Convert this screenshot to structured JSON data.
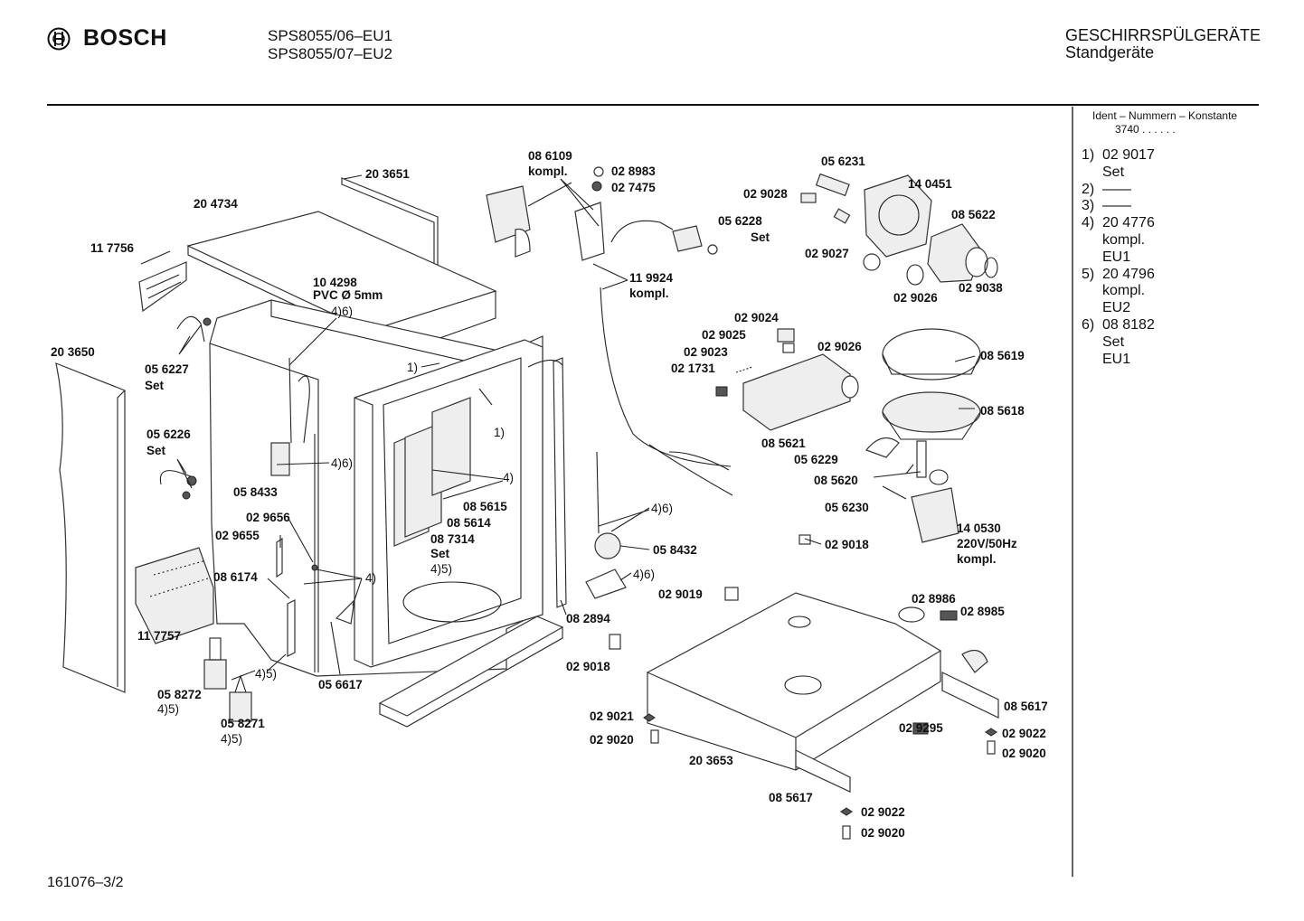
{
  "header": {
    "brand": "BOSCH",
    "models": [
      "SPS8055/06–EU1",
      "SPS8055/07–EU2"
    ],
    "category_title": "GESCHIRRSPÜLGERÄTE",
    "category_subtitle": "Standgeräte"
  },
  "side_panel": {
    "heading": "Ident – Nummern – Konstante",
    "constant": "3740 . . . . . .",
    "notes": [
      {
        "num": "1)",
        "lines": [
          "02 9017",
          "Set"
        ]
      },
      {
        "num": "2)",
        "lines": [
          "——"
        ]
      },
      {
        "num": "3)",
        "lines": [
          "——"
        ]
      },
      {
        "num": "4)",
        "lines": [
          "20 4776",
          "kompl.",
          "EU1"
        ]
      },
      {
        "num": "5)",
        "lines": [
          "20 4796",
          "kompl.",
          "EU2"
        ]
      },
      {
        "num": "6)",
        "lines": [
          "08 8182",
          "Set",
          "EU1"
        ]
      }
    ]
  },
  "footer": {
    "code": "161076–3/2"
  },
  "diagram": {
    "labels": {
      "l_203651": "20 3651",
      "l_204734": "20 4734",
      "l_117756": "11 7756",
      "l_104298": "10 4298",
      "l_pvc": "PVC Ø 5mm",
      "l_46_a": "4)6)",
      "l_203650": "20 3650",
      "l_056227": "05 6227",
      "l_set_a": "Set",
      "l_056226": "05 6226",
      "l_set_b": "Set",
      "l_058433": "05 8433",
      "l_46_b": "4)6)",
      "l_029656": "02 9656",
      "l_029655": "02 9655",
      "l_086174": "08 6174",
      "l_4_a": "4)",
      "l_117757": "11 7757",
      "l_45_a": "4)5)",
      "l_058272": "05 8272",
      "l_45_b": "4)5)",
      "l_058271": "05 8271",
      "l_45_c": "4)5)",
      "l_056617": "05 6617",
      "l_1_a": "1)",
      "l_1_b": "1)",
      "l_4_b": "4)",
      "l_085615": "08 5615",
      "l_085614": "08 5614",
      "l_087314": "08 7314",
      "l_set_c": "Set",
      "l_45_d": "4)5)",
      "l_086109": "08 6109",
      "l_kompl_a": "kompl.",
      "l_028983": "02 8983",
      "l_027475": "02 7475",
      "l_119924": "11 9924",
      "l_kompl_b": "kompl.",
      "l_056228": "05 6228",
      "l_set_d": "Set",
      "l_056231": "05 6231",
      "l_029028": "02 9028",
      "l_140451": "14 0451",
      "l_085622": "08 5622",
      "l_029027": "02 9027",
      "l_029026_a": "02 9026",
      "l_029038": "02 9038",
      "l_029024": "02 9024",
      "l_029025": "02 9025",
      "l_029023": "02 9023",
      "l_021731": "02 1731",
      "l_029026_b": "02 9026",
      "l_085619": "08 5619",
      "l_085618": "08 5618",
      "l_085621": "08 5621",
      "l_056229": "05 6229",
      "l_085620": "08 5620",
      "l_056230": "05 6230",
      "l_140530": "14 0530",
      "l_220v": "220V/50Hz",
      "l_kompl_c": "kompl.",
      "l_46_c": "4)6)",
      "l_058432": "05 8432",
      "l_46_d": "4)6)",
      "l_082894": "08 2894",
      "l_029018_a": "02 9018",
      "l_029019": "02 9019",
      "l_028986": "02 8986",
      "l_028985": "02 8985",
      "l_029018_b": "02 9018",
      "l_085617_a": "08 5617",
      "l_029295": "02 9295",
      "l_029022_a": "02 9022",
      "l_029020_a": "02 9020",
      "l_029021": "02 9021",
      "l_029020_b": "02 9020",
      "l_203653": "20 3653",
      "l_085617_b": "08 5617",
      "l_029022_b": "02 9022",
      "l_029020_c": "02 9020"
    }
  }
}
